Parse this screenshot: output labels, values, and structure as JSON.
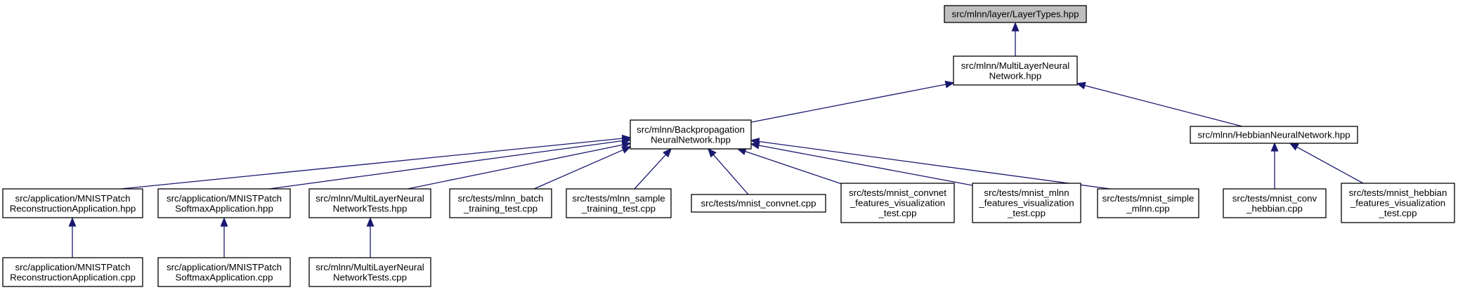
{
  "diagram": {
    "type": "doxygen-include-dependency-graph",
    "colors": {
      "edge": "#191970",
      "root_fill": "#bfbfbf",
      "node_fill": "#ffffff",
      "node_border": "#000000"
    },
    "nodes": [
      {
        "id": "layer_types",
        "lines": [
          "src/mlnn/layer/LayerTypes.hpp"
        ],
        "root": true
      },
      {
        "id": "mlnn_hpp",
        "lines": [
          "src/mlnn/MultiLayerNeural",
          "Network.hpp"
        ]
      },
      {
        "id": "backprop",
        "lines": [
          "src/mlnn/Backpropagation",
          "NeuralNetwork.hpp"
        ]
      },
      {
        "id": "hebbian",
        "lines": [
          "src/mlnn/HebbianNeuralNetwork.hpp"
        ]
      },
      {
        "id": "recon_hpp",
        "lines": [
          "src/application/MNISTPatch",
          "ReconstructionApplication.hpp"
        ]
      },
      {
        "id": "softmax_hpp",
        "lines": [
          "src/application/MNISTPatch",
          "SoftmaxApplication.hpp"
        ]
      },
      {
        "id": "tests_hpp",
        "lines": [
          "src/mlnn/MultiLayerNeural",
          "NetworkTests.hpp"
        ]
      },
      {
        "id": "batch",
        "lines": [
          "src/tests/mlnn_batch",
          "_training_test.cpp"
        ]
      },
      {
        "id": "sample",
        "lines": [
          "src/tests/mlnn_sample",
          "_training_test.cpp"
        ]
      },
      {
        "id": "convnet",
        "lines": [
          "src/tests/mnist_convnet.cpp"
        ]
      },
      {
        "id": "convnet_vis",
        "lines": [
          "src/tests/mnist_convnet",
          "_features_visualization",
          "_test.cpp"
        ]
      },
      {
        "id": "mlnn_vis",
        "lines": [
          "src/tests/mnist_mlnn",
          "_features_visualization",
          "_test.cpp"
        ]
      },
      {
        "id": "simple",
        "lines": [
          "src/tests/mnist_simple",
          "_mlnn.cpp"
        ]
      },
      {
        "id": "conv_hebb",
        "lines": [
          "src/tests/mnist_conv",
          "_hebbian.cpp"
        ]
      },
      {
        "id": "hebb_vis",
        "lines": [
          "src/tests/mnist_hebbian",
          "_features_visualization",
          "_test.cpp"
        ]
      },
      {
        "id": "recon_cpp",
        "lines": [
          "src/application/MNISTPatch",
          "ReconstructionApplication.cpp"
        ]
      },
      {
        "id": "softmax_cpp",
        "lines": [
          "src/application/MNISTPatch",
          "SoftmaxApplication.cpp"
        ]
      },
      {
        "id": "tests_cpp",
        "lines": [
          "src/mlnn/MultiLayerNeural",
          "NetworkTests.cpp"
        ]
      }
    ],
    "edges": [
      {
        "from": "mlnn_hpp",
        "to": "layer_types"
      },
      {
        "from": "backprop",
        "to": "mlnn_hpp"
      },
      {
        "from": "hebbian",
        "to": "mlnn_hpp"
      },
      {
        "from": "recon_hpp",
        "to": "backprop"
      },
      {
        "from": "softmax_hpp",
        "to": "backprop"
      },
      {
        "from": "tests_hpp",
        "to": "backprop"
      },
      {
        "from": "batch",
        "to": "backprop"
      },
      {
        "from": "sample",
        "to": "backprop"
      },
      {
        "from": "convnet",
        "to": "backprop"
      },
      {
        "from": "convnet_vis",
        "to": "backprop"
      },
      {
        "from": "mlnn_vis",
        "to": "backprop"
      },
      {
        "from": "simple",
        "to": "backprop"
      },
      {
        "from": "conv_hebb",
        "to": "hebbian"
      },
      {
        "from": "hebb_vis",
        "to": "hebbian"
      },
      {
        "from": "recon_cpp",
        "to": "recon_hpp"
      },
      {
        "from": "softmax_cpp",
        "to": "softmax_hpp"
      },
      {
        "from": "tests_cpp",
        "to": "tests_hpp"
      }
    ]
  }
}
